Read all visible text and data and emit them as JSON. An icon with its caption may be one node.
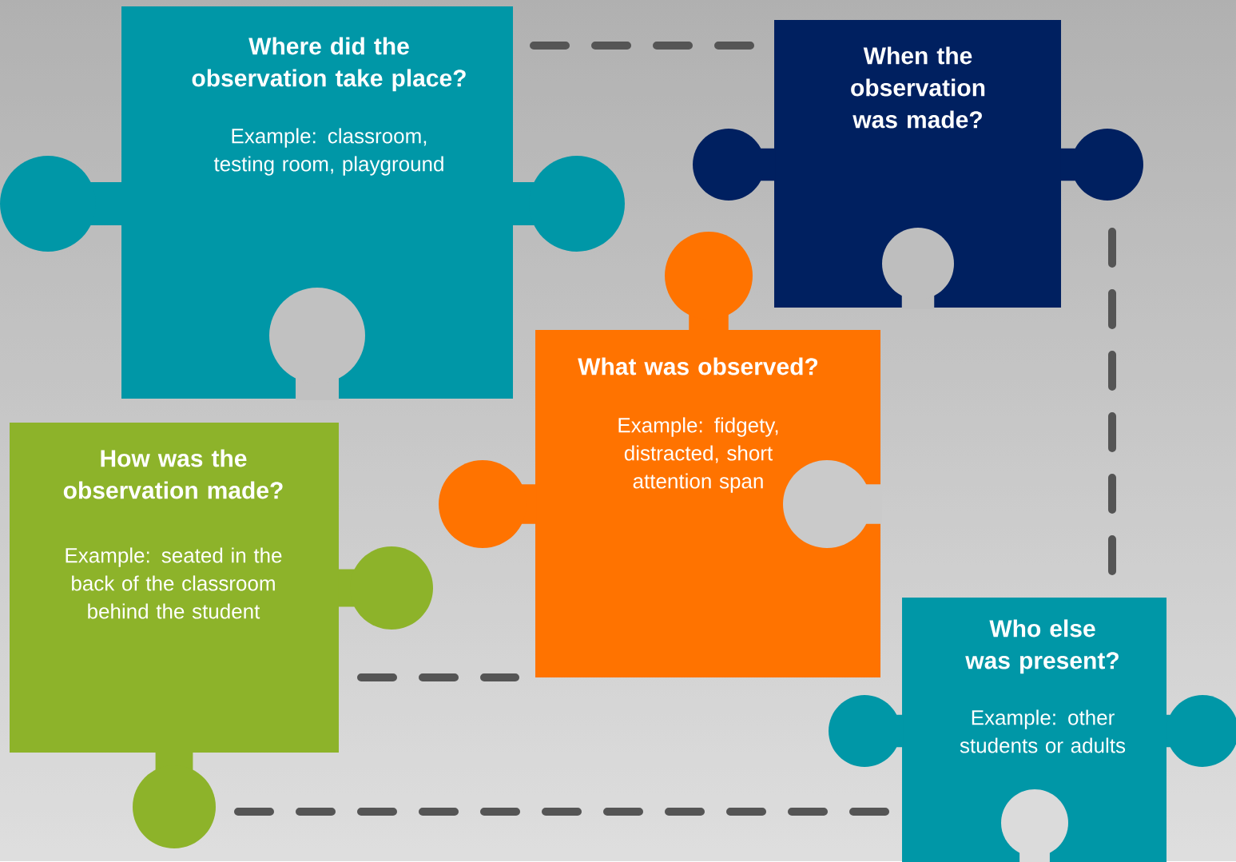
{
  "diagram": {
    "nodes": [
      {
        "text": [
          "Where did the observation take place?",
          "Example: classroom, testing room, playground"
        ]
      },
      {
        "text": [
          "When the observation was made?"
        ]
      },
      {
        "text": [
          "What was observed?",
          "Example: fidgety, distracted, short attention span"
        ]
      },
      {
        "text": [
          "How was the observation made?",
          "Example: seated in the back of the classroom behind the student"
        ]
      },
      {
        "text": [
          "Who else was present?",
          "Example: other students or adults"
        ]
      }
    ],
    "edges": [
      {
        "from": 0,
        "to": 1,
        "arrow": "none",
        "style": "dashed"
      },
      {
        "from": 1,
        "to": 4,
        "arrow": "none",
        "style": "dashed"
      },
      {
        "from": 3,
        "to": 2,
        "arrow": "none",
        "style": "dashed"
      },
      {
        "from": 3,
        "to": 4,
        "arrow": "none",
        "style": "dashed"
      }
    ]
  }
}
